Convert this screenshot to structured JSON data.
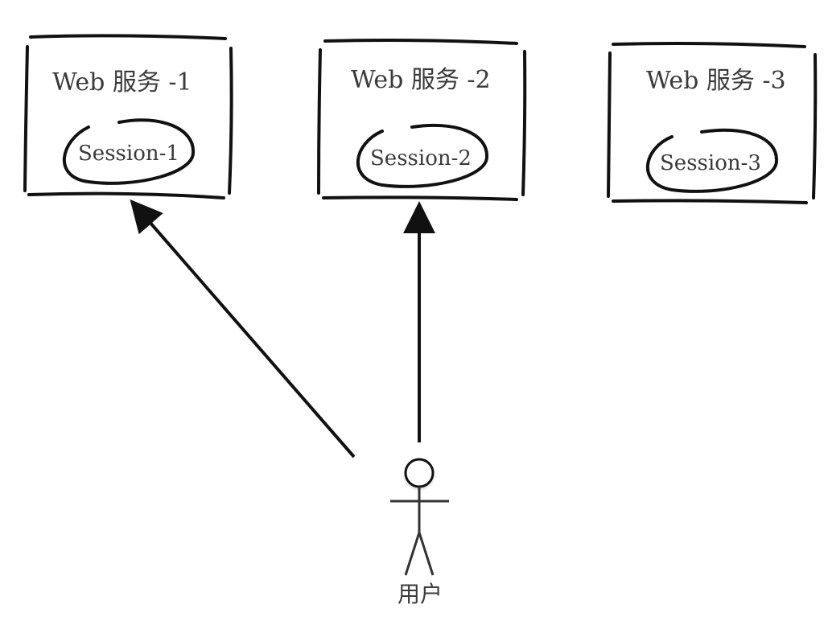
{
  "diagram": {
    "servers": [
      {
        "title": "Web 服务 -1",
        "session": "Session-1"
      },
      {
        "title": "Web 服务 -2",
        "session": "Session-2"
      },
      {
        "title": "Web 服务 -3",
        "session": "Session-3"
      }
    ],
    "actor": {
      "label": "用户"
    },
    "connections": [
      {
        "from": "用户",
        "to": "Web 服务 -1"
      },
      {
        "from": "用户",
        "to": "Web 服务 -2"
      }
    ]
  }
}
